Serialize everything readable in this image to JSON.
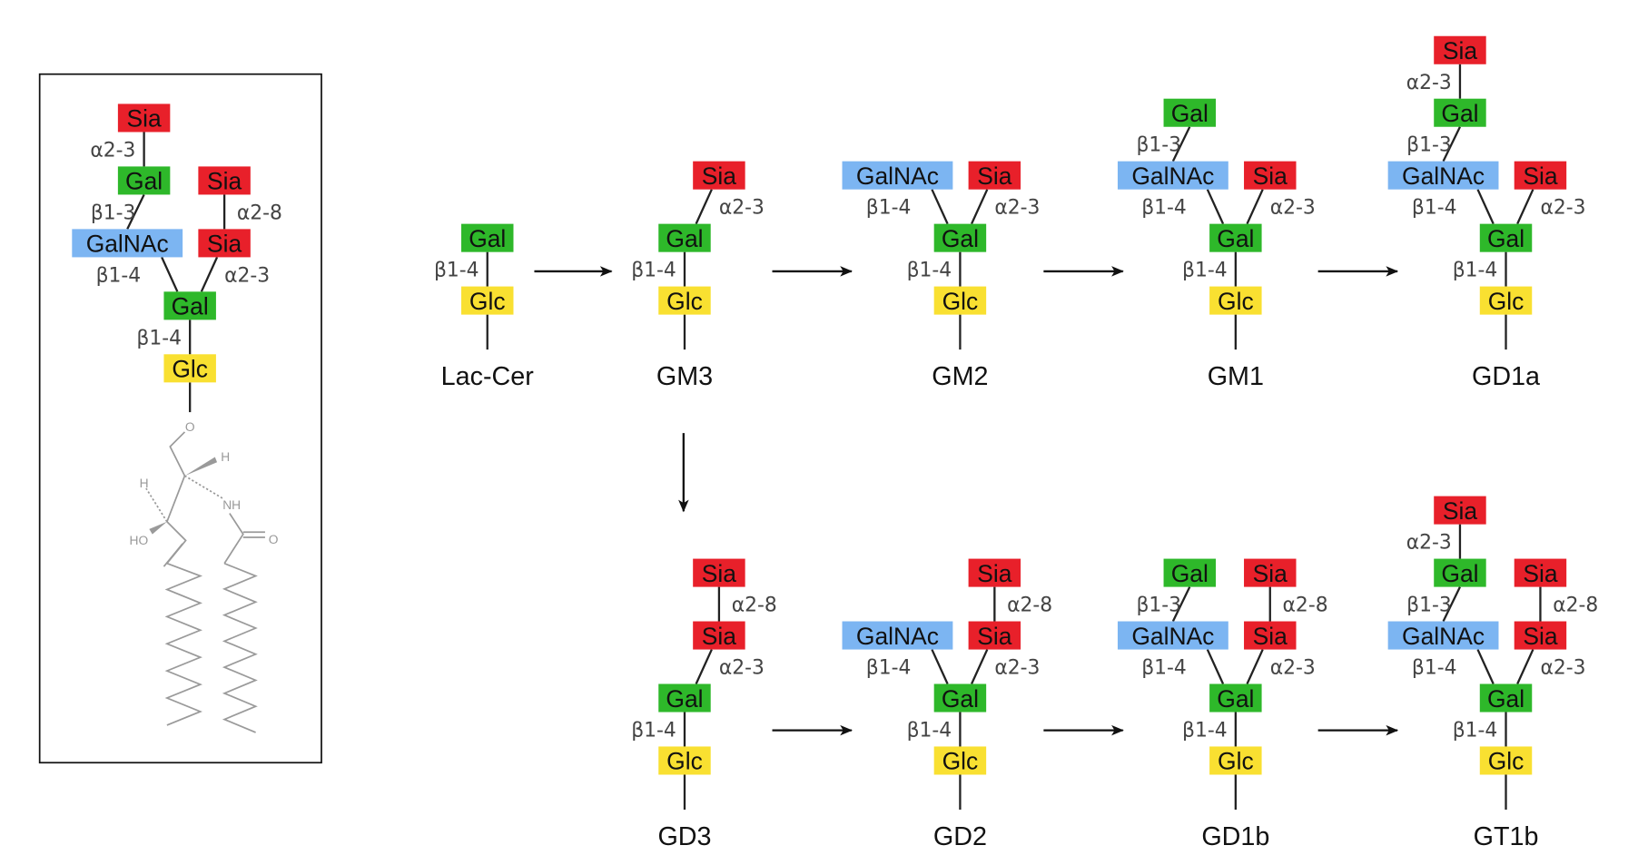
{
  "colors": {
    "Sia": "#e8202a",
    "Gal": "#2eb82a",
    "GalNAc": "#7cb5f2",
    "Glc": "#f9e031",
    "bond": "#222222",
    "ceramide": "#9a9a9a"
  },
  "inset": {
    "residues": [
      {
        "id": "glc",
        "type": "Glc"
      },
      {
        "id": "gal",
        "type": "Gal",
        "parent": "glc",
        "linkage": "β1-4"
      },
      {
        "id": "galnac",
        "type": "GalNAc",
        "parent": "gal",
        "linkage": "β1-4"
      },
      {
        "id": "sia1",
        "type": "Sia",
        "parent": "gal",
        "linkage": "α2-3"
      },
      {
        "id": "sia2",
        "type": "Sia",
        "parent": "sia1",
        "linkage": "α2-8"
      },
      {
        "id": "gal2",
        "type": "Gal",
        "parent": "galnac",
        "linkage": "β1-3"
      },
      {
        "id": "sia3",
        "type": "Sia",
        "parent": "gal2",
        "linkage": "α2-3"
      }
    ],
    "chem_labels": {
      "o_link": "O",
      "h_top": "H",
      "h_left": "H",
      "nh": "NH",
      "ho": "HO",
      "carbonyl_o": "O"
    }
  },
  "gangliosides": [
    {
      "name": "Lac-Cer",
      "residues": [
        {
          "id": "glc",
          "type": "Glc"
        },
        {
          "id": "gal",
          "type": "Gal",
          "parent": "glc",
          "linkage": "β1-4"
        }
      ]
    },
    {
      "name": "GM3",
      "residues": [
        {
          "id": "glc",
          "type": "Glc"
        },
        {
          "id": "gal",
          "type": "Gal",
          "parent": "glc",
          "linkage": "β1-4"
        },
        {
          "id": "sia1",
          "type": "Sia",
          "parent": "gal",
          "linkage": "α2-3"
        }
      ]
    },
    {
      "name": "GM2",
      "residues": [
        {
          "id": "glc",
          "type": "Glc"
        },
        {
          "id": "gal",
          "type": "Gal",
          "parent": "glc",
          "linkage": "β1-4"
        },
        {
          "id": "galnac",
          "type": "GalNAc",
          "parent": "gal",
          "linkage": "β1-4"
        },
        {
          "id": "sia1",
          "type": "Sia",
          "parent": "gal",
          "linkage": "α2-3"
        }
      ]
    },
    {
      "name": "GM1",
      "residues": [
        {
          "id": "glc",
          "type": "Glc"
        },
        {
          "id": "gal",
          "type": "Gal",
          "parent": "glc",
          "linkage": "β1-4"
        },
        {
          "id": "galnac",
          "type": "GalNAc",
          "parent": "gal",
          "linkage": "β1-4"
        },
        {
          "id": "sia1",
          "type": "Sia",
          "parent": "gal",
          "linkage": "α2-3"
        },
        {
          "id": "gal2",
          "type": "Gal",
          "parent": "galnac",
          "linkage": "β1-3"
        }
      ]
    },
    {
      "name": "GD1a",
      "residues": [
        {
          "id": "glc",
          "type": "Glc"
        },
        {
          "id": "gal",
          "type": "Gal",
          "parent": "glc",
          "linkage": "β1-4"
        },
        {
          "id": "galnac",
          "type": "GalNAc",
          "parent": "gal",
          "linkage": "β1-4"
        },
        {
          "id": "sia1",
          "type": "Sia",
          "parent": "gal",
          "linkage": "α2-3"
        },
        {
          "id": "gal2",
          "type": "Gal",
          "parent": "galnac",
          "linkage": "β1-3"
        },
        {
          "id": "sia3",
          "type": "Sia",
          "parent": "gal2",
          "linkage": "α2-3"
        }
      ]
    },
    {
      "name": "GD3",
      "residues": [
        {
          "id": "glc",
          "type": "Glc"
        },
        {
          "id": "gal",
          "type": "Gal",
          "parent": "glc",
          "linkage": "β1-4"
        },
        {
          "id": "sia1",
          "type": "Sia",
          "parent": "gal",
          "linkage": "α2-3"
        },
        {
          "id": "sia2",
          "type": "Sia",
          "parent": "sia1",
          "linkage": "α2-8"
        }
      ]
    },
    {
      "name": "GD2",
      "residues": [
        {
          "id": "glc",
          "type": "Glc"
        },
        {
          "id": "gal",
          "type": "Gal",
          "parent": "glc",
          "linkage": "β1-4"
        },
        {
          "id": "galnac",
          "type": "GalNAc",
          "parent": "gal",
          "linkage": "β1-4"
        },
        {
          "id": "sia1",
          "type": "Sia",
          "parent": "gal",
          "linkage": "α2-3"
        },
        {
          "id": "sia2",
          "type": "Sia",
          "parent": "sia1",
          "linkage": "α2-8"
        }
      ]
    },
    {
      "name": "GD1b",
      "residues": [
        {
          "id": "glc",
          "type": "Glc"
        },
        {
          "id": "gal",
          "type": "Gal",
          "parent": "glc",
          "linkage": "β1-4"
        },
        {
          "id": "galnac",
          "type": "GalNAc",
          "parent": "gal",
          "linkage": "β1-4"
        },
        {
          "id": "sia1",
          "type": "Sia",
          "parent": "gal",
          "linkage": "α2-3"
        },
        {
          "id": "sia2",
          "type": "Sia",
          "parent": "sia1",
          "linkage": "α2-8"
        },
        {
          "id": "gal2",
          "type": "Gal",
          "parent": "galnac",
          "linkage": "β1-3"
        }
      ]
    },
    {
      "name": "GT1b",
      "residues": [
        {
          "id": "glc",
          "type": "Glc"
        },
        {
          "id": "gal",
          "type": "Gal",
          "parent": "glc",
          "linkage": "β1-4"
        },
        {
          "id": "galnac",
          "type": "GalNAc",
          "parent": "gal",
          "linkage": "β1-4"
        },
        {
          "id": "sia1",
          "type": "Sia",
          "parent": "gal",
          "linkage": "α2-3"
        },
        {
          "id": "sia2",
          "type": "Sia",
          "parent": "sia1",
          "linkage": "α2-8"
        },
        {
          "id": "gal2",
          "type": "Gal",
          "parent": "galnac",
          "linkage": "β1-3"
        },
        {
          "id": "sia3",
          "type": "Sia",
          "parent": "gal2",
          "linkage": "α2-3"
        }
      ]
    }
  ],
  "pathway": [
    {
      "from": "Lac-Cer",
      "to": "GM3"
    },
    {
      "from": "GM3",
      "to": "GM2"
    },
    {
      "from": "GM2",
      "to": "GM1"
    },
    {
      "from": "GM1",
      "to": "GD1a"
    },
    {
      "from": "GM3",
      "to": "GD3"
    },
    {
      "from": "GD3",
      "to": "GD2"
    },
    {
      "from": "GD2",
      "to": "GD1b"
    },
    {
      "from": "GD1b",
      "to": "GT1b"
    }
  ]
}
